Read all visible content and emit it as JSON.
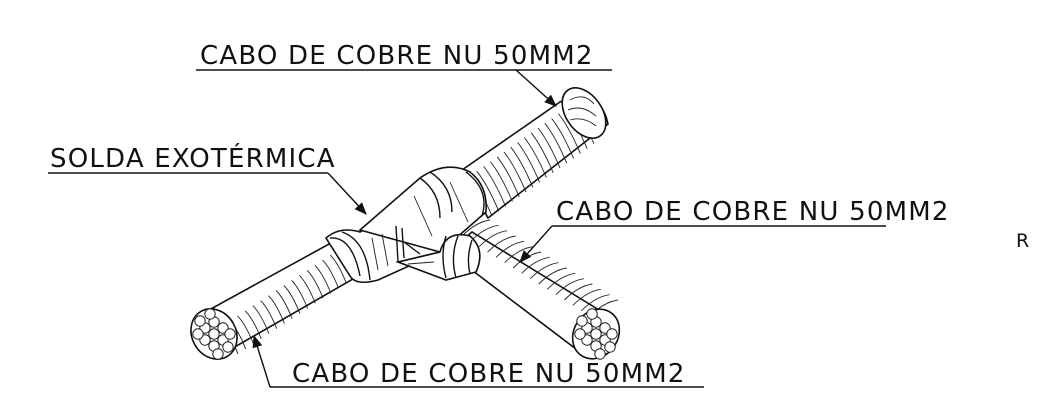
{
  "labels": {
    "cable_top": "CABO DE COBRE NU 50MM2",
    "weld": "SOLDA EXOTÉRMICA",
    "cable_right": "CABO DE COBRE NU 50MM2",
    "cable_bottom": "CABO DE COBRE NU 50MM2",
    "margin_mark": "R"
  },
  "colors": {
    "ink": "#111111",
    "background": "#ffffff"
  }
}
